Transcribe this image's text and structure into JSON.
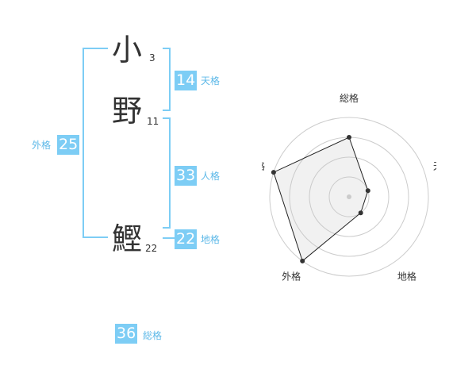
{
  "name": {
    "chars": [
      {
        "char": "小",
        "strokes": "3"
      },
      {
        "char": "野",
        "strokes": "11"
      },
      {
        "char": "鰹",
        "strokes": "22"
      }
    ]
  },
  "kaku": {
    "tenkaku": {
      "value": "14",
      "label": "天格"
    },
    "jinkaku": {
      "value": "33",
      "label": "人格"
    },
    "chikaku": {
      "value": "22",
      "label": "地格"
    },
    "gaikaku": {
      "value": "25",
      "label": "外格"
    },
    "soukaku": {
      "value": "36",
      "label": "総格"
    }
  },
  "colors": {
    "accent": "#7dcdf5",
    "caption": "#5eb9e8",
    "text": "#333333",
    "grid": "#cccccc"
  },
  "chart_data": {
    "type": "radar",
    "axes": [
      "総格",
      "天格",
      "地格",
      "外格",
      "人格"
    ],
    "rings": 4,
    "range": [
      0,
      4
    ],
    "values": [
      3,
      1,
      1,
      4,
      4
    ]
  }
}
